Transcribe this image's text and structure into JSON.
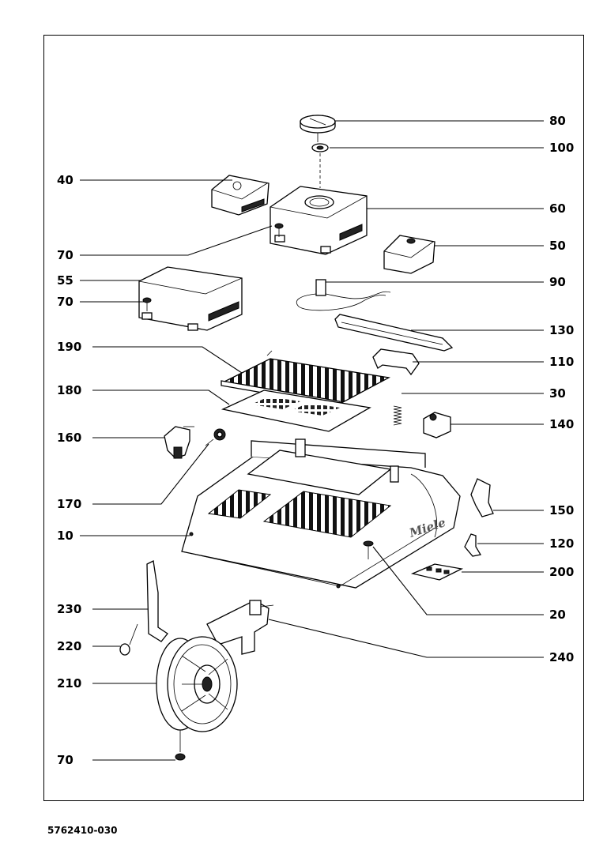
{
  "document_number": "5762410-030",
  "brand_mark": "Miele",
  "parts": [
    {
      "ref": "80"
    },
    {
      "ref": "100"
    },
    {
      "ref": "40"
    },
    {
      "ref": "60"
    },
    {
      "ref": "70"
    },
    {
      "ref": "50"
    },
    {
      "ref": "55"
    },
    {
      "ref": "70"
    },
    {
      "ref": "90"
    },
    {
      "ref": "130"
    },
    {
      "ref": "190"
    },
    {
      "ref": "110"
    },
    {
      "ref": "180"
    },
    {
      "ref": "30"
    },
    {
      "ref": "160"
    },
    {
      "ref": "140"
    },
    {
      "ref": "170"
    },
    {
      "ref": "150"
    },
    {
      "ref": "10"
    },
    {
      "ref": "120"
    },
    {
      "ref": "200"
    },
    {
      "ref": "230"
    },
    {
      "ref": "20"
    },
    {
      "ref": "220"
    },
    {
      "ref": "240"
    },
    {
      "ref": "210"
    },
    {
      "ref": "70"
    }
  ]
}
